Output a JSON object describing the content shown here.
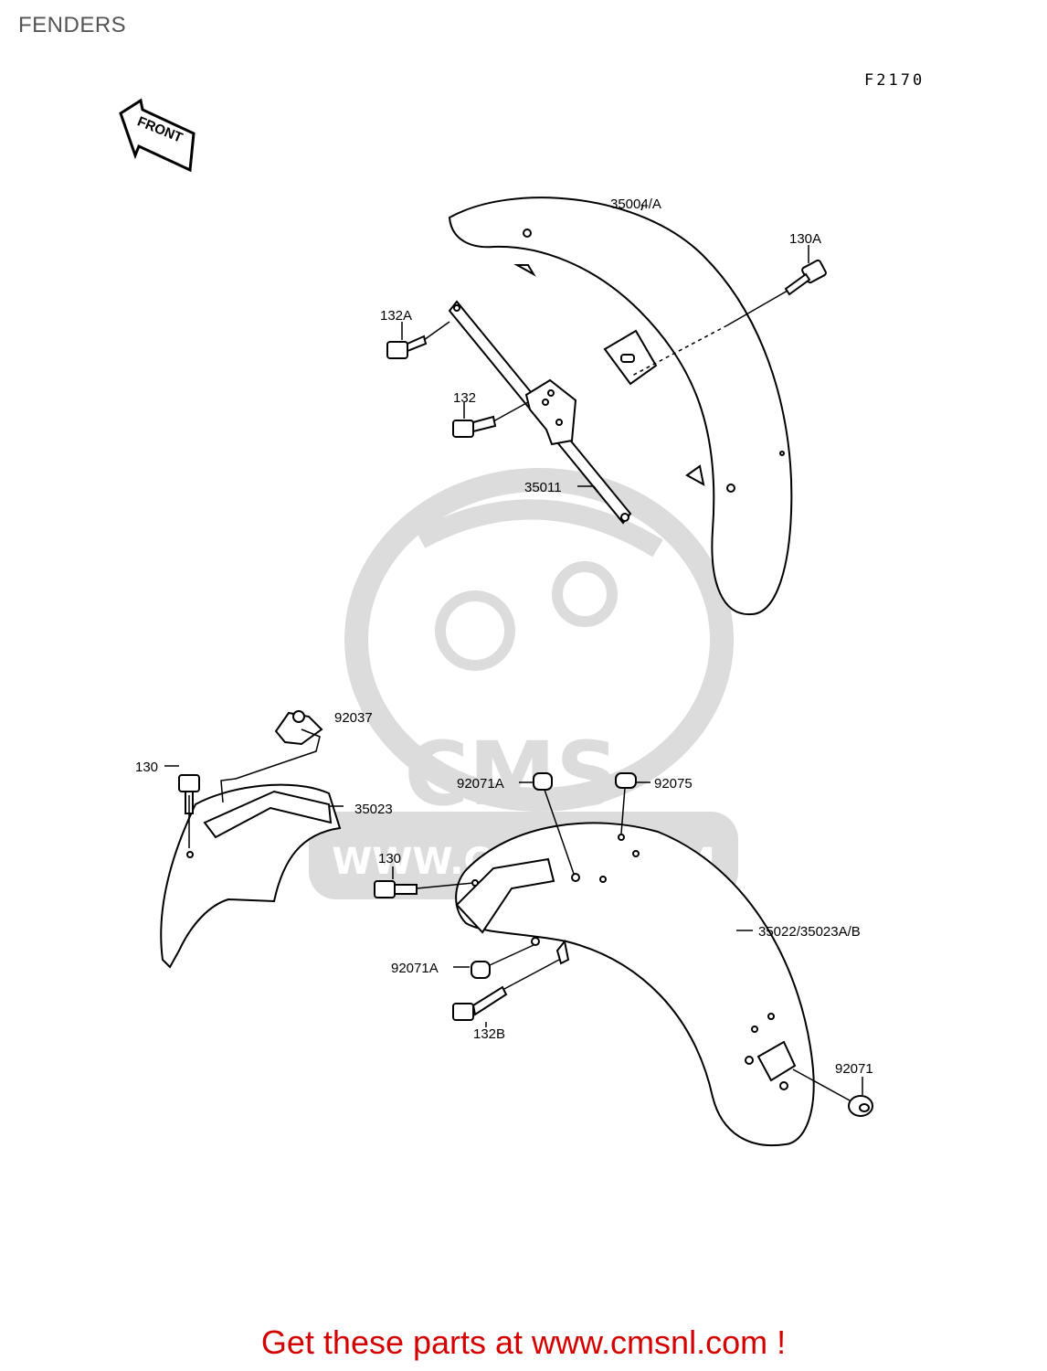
{
  "header": {
    "title": "FENDERS",
    "figure_code": "F2170"
  },
  "front_arrow": {
    "label": "FRONT",
    "icon": "front-arrow-icon"
  },
  "watermark": {
    "brand": "CMS",
    "url": "WWW.CMSNL.COM",
    "icon": "cms-mascot-icon"
  },
  "part_labels": {
    "p35004A": "35004/A",
    "p130A": "130A",
    "p132A": "132A",
    "p132": "132",
    "p35011": "35011",
    "p92037": "92037",
    "p130_top": "130",
    "p35023": "35023",
    "p92071A_top": "92071A",
    "p92075": "92075",
    "p130_mid": "130",
    "p35022": "35022/35023A/B",
    "p92071A_low": "92071A",
    "p132B": "132B",
    "p92071": "92071"
  },
  "footer": {
    "cta": "Get these parts at www.cmsnl.com !"
  },
  "colors": {
    "cta": "#d40000",
    "title": "#555555",
    "watermark": "#d9d9d9"
  }
}
